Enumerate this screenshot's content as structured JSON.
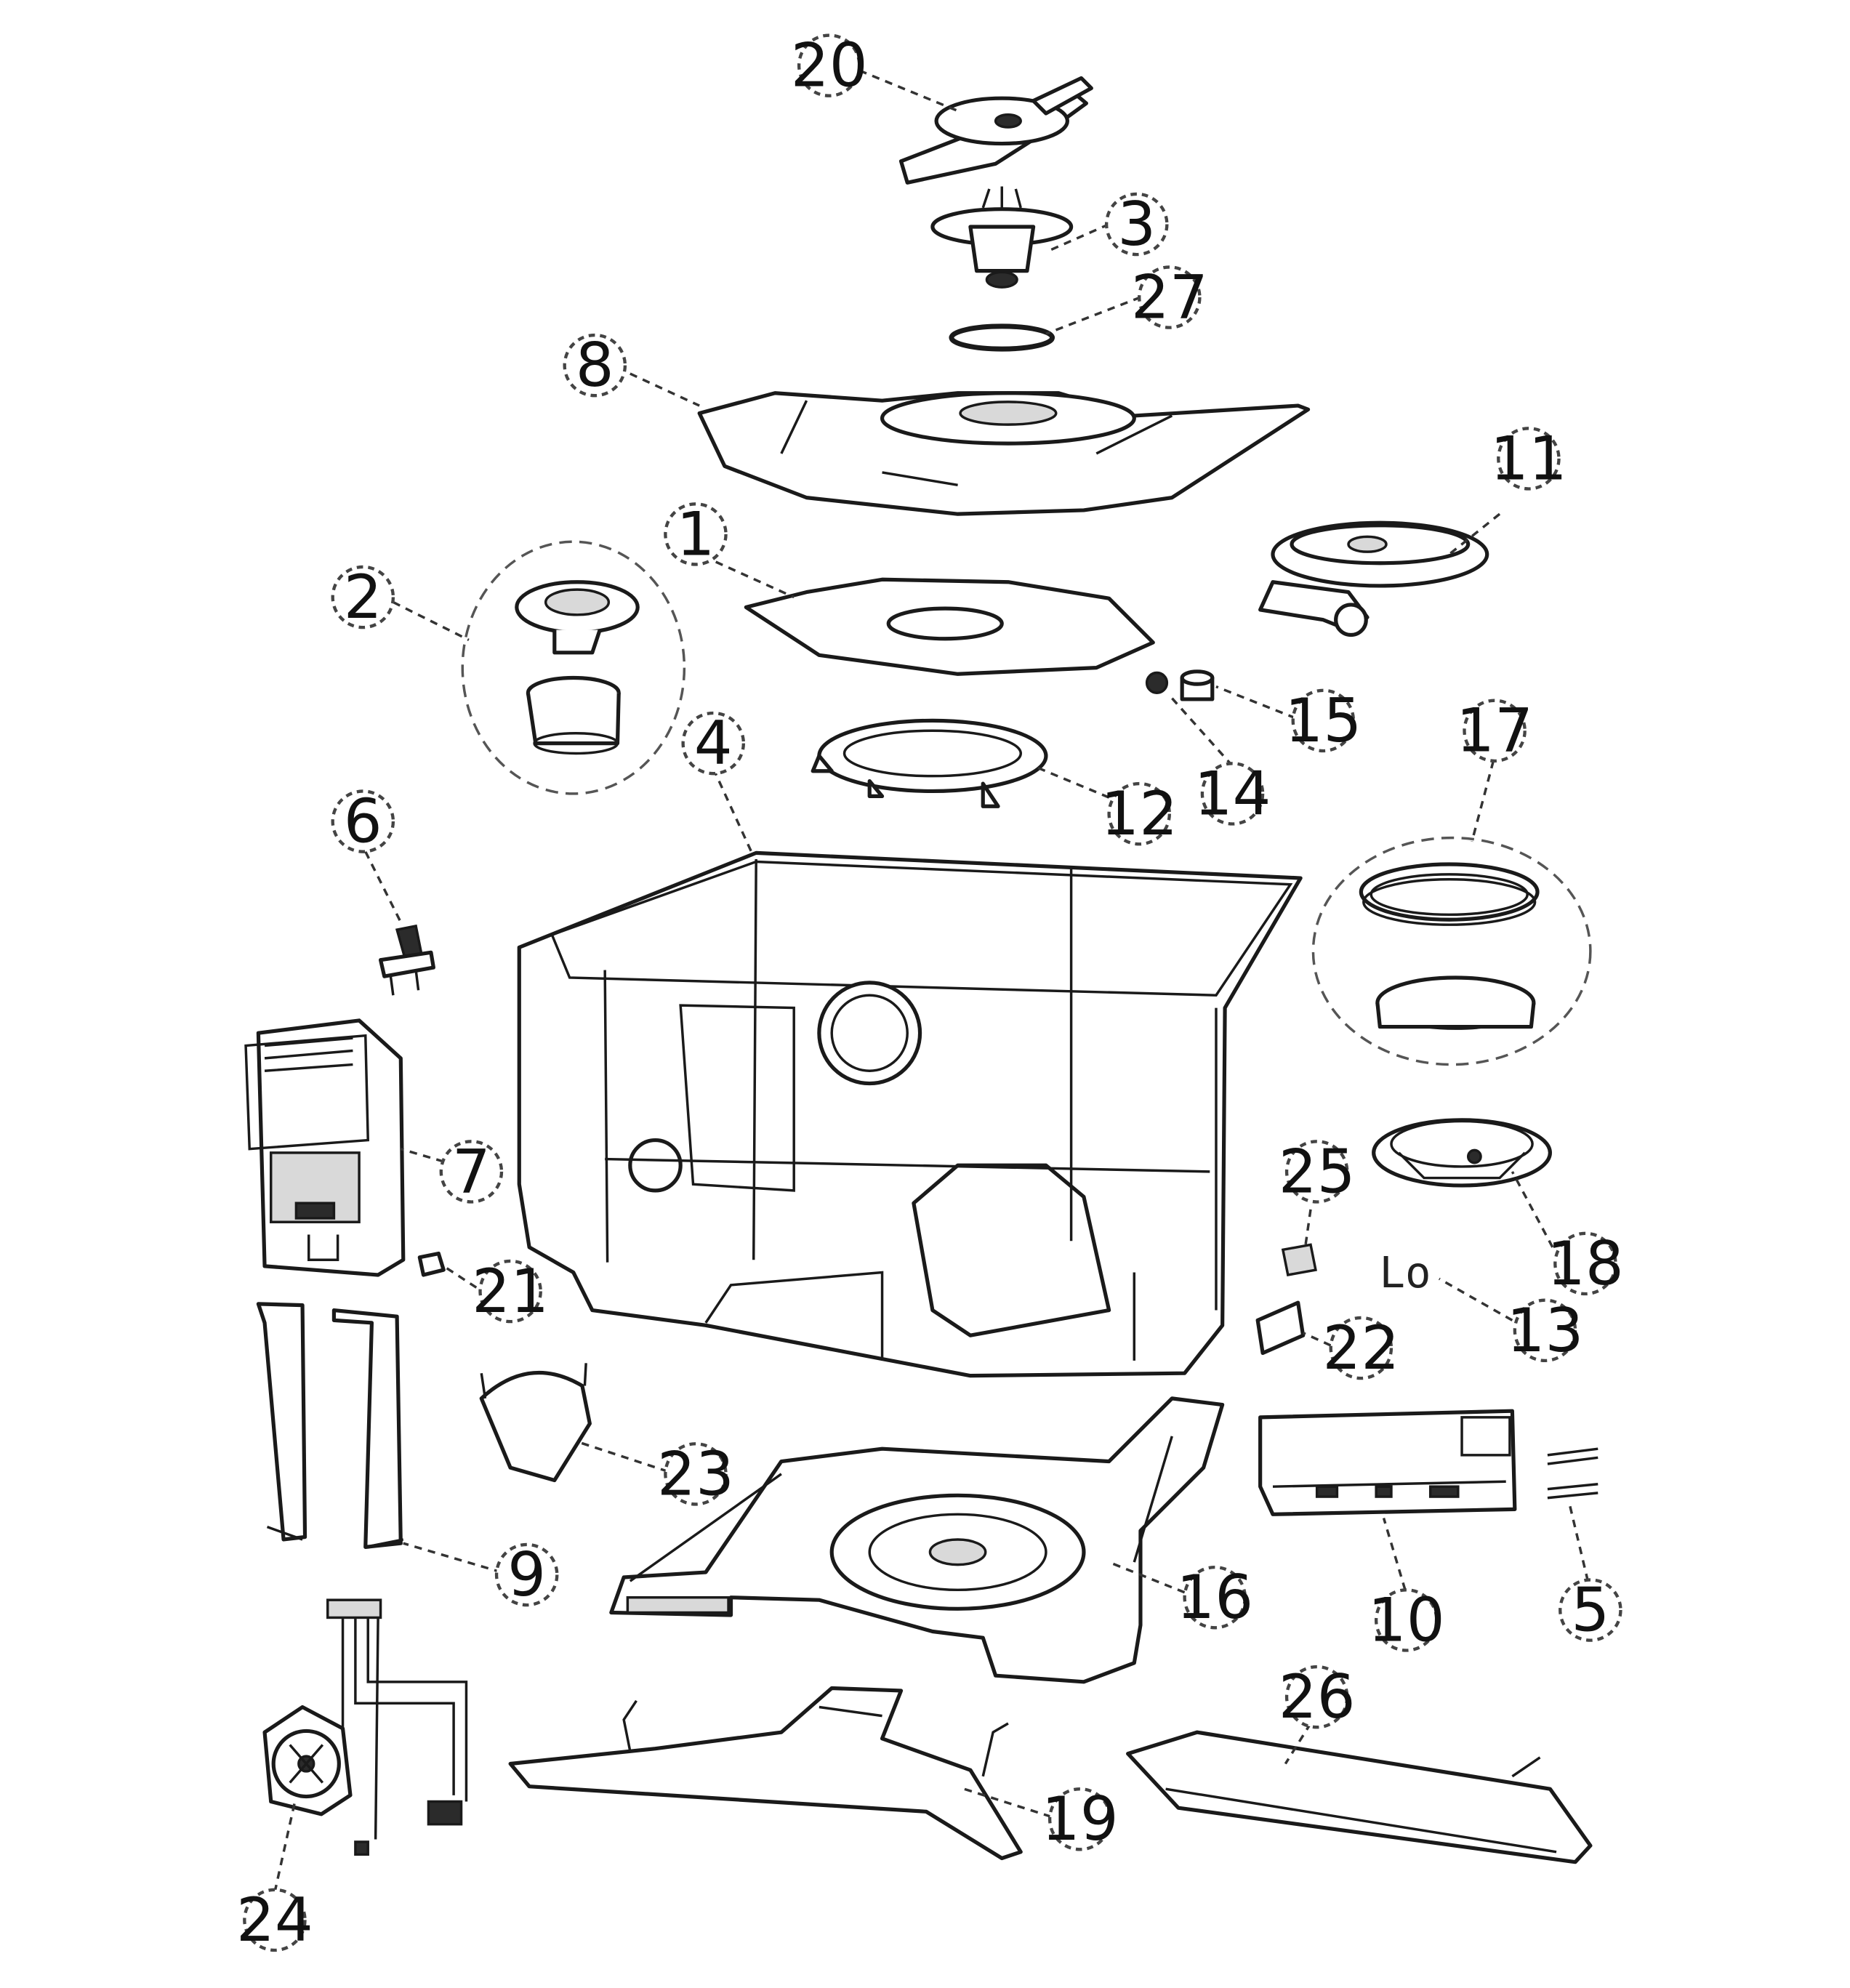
{
  "callouts": {
    "c1": "1",
    "c2": "2",
    "c3": "3",
    "c4": "4",
    "c5": "5",
    "c6": "6",
    "c7": "7",
    "c8": "8",
    "c9": "9",
    "c10": "10",
    "c11": "11",
    "c12": "12",
    "c13": "13",
    "c14": "14",
    "c15": "15",
    "c16": "16",
    "c17": "17",
    "c18": "18",
    "c19": "19",
    "c20": "20",
    "c21": "21",
    "c22": "22",
    "c23": "23",
    "c24": "24",
    "c25": "25",
    "c26": "26",
    "c27": "27"
  },
  "marks": {
    "part13": "Lo"
  }
}
